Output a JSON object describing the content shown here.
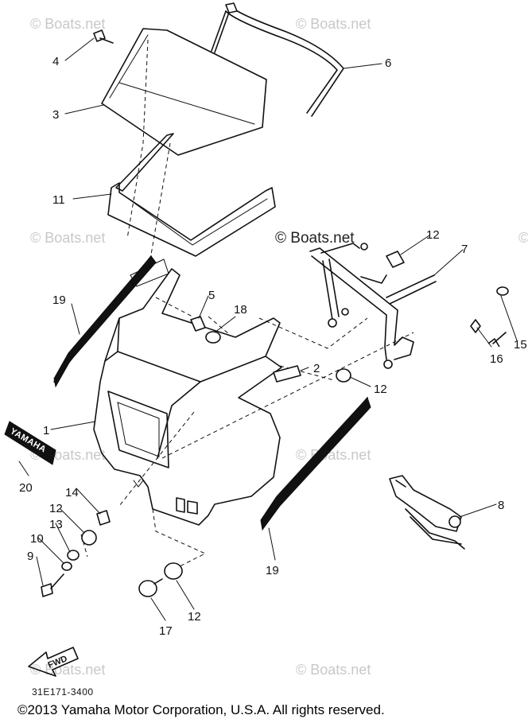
{
  "watermarks": {
    "repeated": "© Boats.net",
    "center": "© Boats.net"
  },
  "callouts": {
    "c1": "1",
    "c2": "2",
    "c3": "3",
    "c4": "4",
    "c5": "5",
    "c6": "6",
    "c7": "7",
    "c8": "8",
    "c9": "9",
    "c10": "10",
    "c11": "11",
    "c12a": "12",
    "c12b": "12",
    "c12c": "12",
    "c12d": "12",
    "c13": "13",
    "c14": "14",
    "c15": "15",
    "c16": "16",
    "c17": "17",
    "c18": "18",
    "c19a": "19",
    "c19b": "19",
    "c20": "20"
  },
  "emblem_text": "YAMAHA",
  "fwd_label": "FWD",
  "part_code": "31E171-3400",
  "copyright": "©2013 Yamaha Motor Corporation, U.S.A. All rights reserved."
}
